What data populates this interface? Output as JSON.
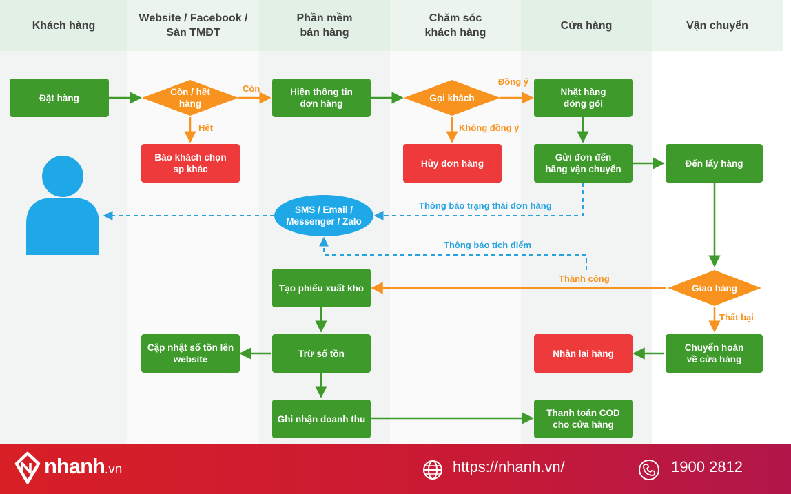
{
  "columns": [
    {
      "title": "Khách hàng"
    },
    {
      "title": "Website / Facebook /\nSàn TMĐT"
    },
    {
      "title": "Phần mềm\nbán hàng"
    },
    {
      "title": "Chăm sóc\nkhách hàng"
    },
    {
      "title": "Cửa hàng"
    },
    {
      "title": "Vận chuyển"
    }
  ],
  "nodes": {
    "dat_hang": "Đặt hàng",
    "con_het_hang": "Còn / hết\nhàng",
    "bao_khach": "Báo khách chọn\nsp khác",
    "hien_thong_tin": "Hiện thông tin\nđơn hàng",
    "goi_khach": "Gọi khách",
    "huy_don": "Hủy đơn hàng",
    "nhat_hang": "Nhặt hàng\nđóng gói",
    "gui_don": "Gửi đơn đến\nhãng vận chuyển",
    "den_lay_hang": "Đến lấy hàng",
    "sms": "SMS / Email /\nMessenger / Zalo",
    "tao_phieu": "Tạo phiếu xuất kho",
    "giao_hang": "Giao hàng",
    "tru_so_ton": "Trừ số tồn",
    "cap_nhat": "Cập nhật số tồn lên\nwebsite",
    "nhan_lai": "Nhận lại hàng",
    "chuyen_hoan": "Chuyển hoàn\nvề cửa hàng",
    "ghi_nhan": "Ghi nhận doanh thu",
    "thanh_toan": "Thanh toán COD\ncho cửa hàng"
  },
  "edge_labels": {
    "con": "Còn",
    "het": "Hết",
    "dong_y": "Đồng ý",
    "khong_dong_y": "Không đồng ý",
    "thong_bao_trang_thai": "Thông báo trạng thái đơn hàng",
    "thong_bao_tich_diem": "Thông báo tích điểm",
    "thanh_cong": "Thành công",
    "that_bai": "Thất bại"
  },
  "colors": {
    "process": "#3d9a2b",
    "terminal_red": "#ee3a3a",
    "decision": "#f7931e",
    "notify": "#29a3e0",
    "customer_icon": "#1ea8e8",
    "footer": "#d81f26"
  },
  "footer": {
    "brand": "nhanh",
    "brand_suffix": ".vn",
    "website": "https://nhanh.vn/",
    "phone": "1900 2812",
    "globe_icon": "globe-icon",
    "phone_icon": "phone-icon"
  }
}
